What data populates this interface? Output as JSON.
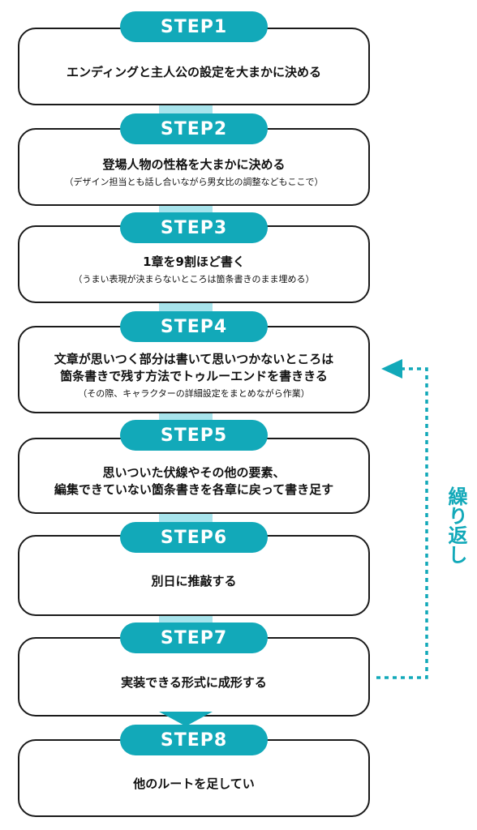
{
  "steps": [
    {
      "label": "STEP1",
      "main": [
        "エンディングと主人公の設定を大まかに決める"
      ],
      "note": ""
    },
    {
      "label": "STEP2",
      "main": [
        "登場人物の性格を大まかに決める"
      ],
      "note": "（デザイン担当とも話し合いながら男女比の調整などもここで）"
    },
    {
      "label": "STEP3",
      "main": [
        "1章を9割ほど書く"
      ],
      "note": "（うまい表現が決まらないところは箇条書きのまま埋める）"
    },
    {
      "label": "STEP4",
      "main": [
        "文章が思いつく部分は書いて思いつかないところは",
        "箇条書きで残す方法でトゥルーエンドを書ききる"
      ],
      "note": "（その際、キャラクターの詳細設定をまとめながら作業）"
    },
    {
      "label": "STEP5",
      "main": [
        "思いついた伏線やその他の要素、",
        "編集できていない箇条書きを各章に戻って書き足す"
      ],
      "note": ""
    },
    {
      "label": "STEP6",
      "main": [
        "別日に推敲する"
      ],
      "note": ""
    },
    {
      "label": "STEP7",
      "main": [
        "実装できる形式に成形する"
      ],
      "note": ""
    },
    {
      "label": "STEP8",
      "main": [
        "他のルートを足してい"
      ],
      "note": ""
    }
  ],
  "repeat": {
    "label": "繰り返し",
    "from_step": 7,
    "to_step": 4
  },
  "colors": {
    "accent": "#12a9b9",
    "connector": "#a8e4ec",
    "border": "#1a1a1a",
    "text": "#111111"
  }
}
